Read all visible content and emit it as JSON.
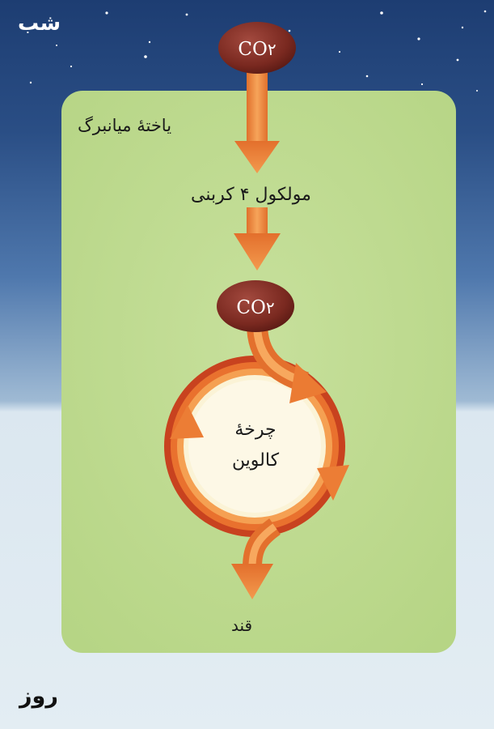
{
  "labels": {
    "night": "شب",
    "day": "روز",
    "mesophyll_cell": "یاختهٔ میانبرگ",
    "four_carbon_molecule": "مولکول ۴ کربنی",
    "calvin_cycle_line1": "چرخهٔ",
    "calvin_cycle_line2": "کالوین",
    "sugar": "قند"
  },
  "molecules": {
    "top": {
      "text": "CO",
      "subscript": "۲"
    },
    "middle": {
      "text": "CO",
      "subscript": "۲"
    }
  },
  "colors": {
    "night_sky_top": "#1f3f73",
    "night_sky_bottom": "#5f86b8",
    "day_sky": "#dfeaf2",
    "cell_fill": "#bcd98c",
    "cell_inner": "#c5de98",
    "arrow_orange": "#ee8a3c",
    "arrow_red": "#c9421f",
    "molecule_brown": "#7d2b24",
    "cycle_center": "#fbf6df"
  }
}
